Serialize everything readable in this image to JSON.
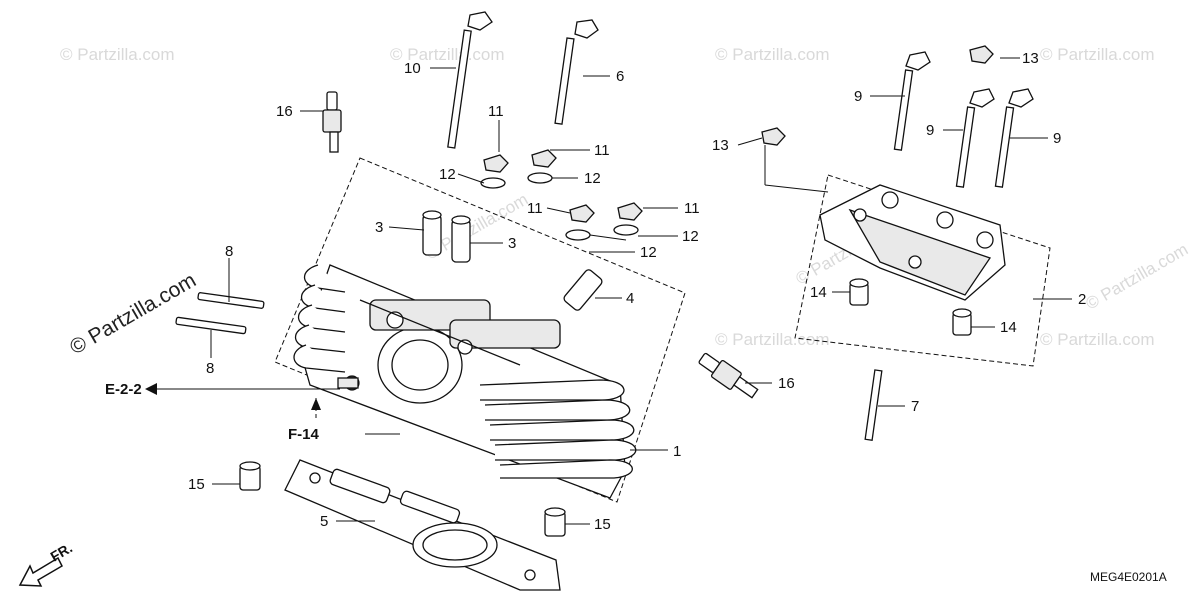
{
  "diagram": {
    "watermark": "© Partzilla.com",
    "watermark_main": "© Partzilla.com",
    "drawing_code": "MEG4E0201A",
    "front_arrow_label": "FR.",
    "references": {
      "e22": "E-2-2",
      "f14": "F-14"
    },
    "callouts": {
      "c1": "1",
      "c2": "2",
      "c3a": "3",
      "c3b": "3",
      "c4": "4",
      "c5": "5",
      "c6": "6",
      "c7": "7",
      "c8a": "8",
      "c8b": "8",
      "c9a": "9",
      "c9b": "9",
      "c9c": "9",
      "c10": "10",
      "c11a": "11",
      "c11b": "11",
      "c11c": "11",
      "c11d": "11",
      "c12a": "12",
      "c12b": "12",
      "c12c": "12",
      "c12d": "12",
      "c13a": "13",
      "c13b": "13",
      "c14a": "14",
      "c14b": "14",
      "c15a": "15",
      "c15b": "15",
      "c16a": "16",
      "c16b": "16"
    }
  }
}
